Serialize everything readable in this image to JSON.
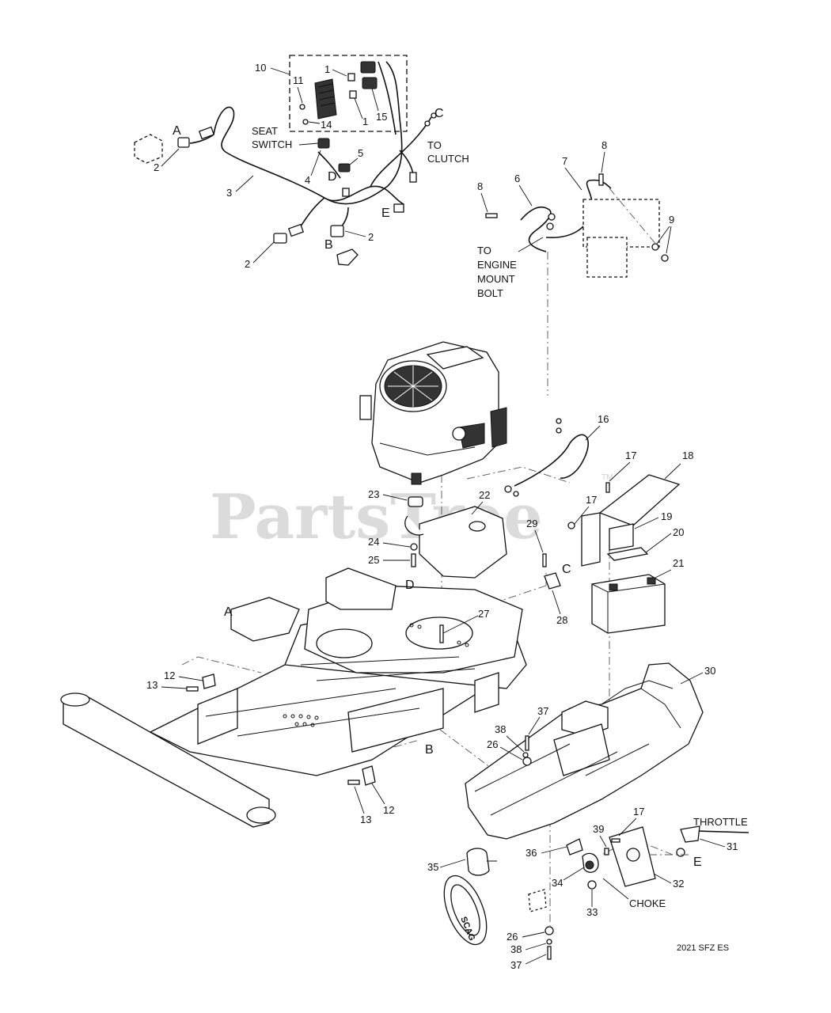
{
  "watermark": {
    "text": "PartsTree",
    "tm": "TM"
  },
  "diagram_code": "2021 SFZ ES",
  "callouts": {
    "c1a": "1",
    "c1b": "1",
    "c2a": "2",
    "c2b": "2",
    "c2c": "2",
    "c3": "3",
    "c4": "4",
    "c5": "5",
    "c6": "6",
    "c7": "7",
    "c8a": "8",
    "c8b": "8",
    "c9": "9",
    "c10": "10",
    "c11": "11",
    "c12a": "12",
    "c12b": "12",
    "c13a": "13",
    "c13b": "13",
    "c14": "14",
    "c15": "15",
    "c16": "16",
    "c17a": "17",
    "c17b": "17",
    "c17c": "17",
    "c18": "18",
    "c19": "19",
    "c20": "20",
    "c21": "21",
    "c22": "22",
    "c23": "23",
    "c24": "24",
    "c25": "25",
    "c26a": "26",
    "c26b": "26",
    "c27": "27",
    "c28": "28",
    "c29": "29",
    "c30": "30",
    "c31": "31",
    "c32": "32",
    "c33": "33",
    "c34": "34",
    "c35": "35",
    "c36": "36",
    "c37a": "37",
    "c37b": "37",
    "c38a": "38",
    "c38b": "38",
    "c39": "39"
  },
  "connectors": {
    "a1": "A",
    "a2": "A",
    "b1": "B",
    "b2": "B",
    "c1": "C",
    "c2": "C",
    "d1": "D",
    "d2": "D",
    "e1": "E",
    "e2": "E"
  },
  "text_labels": {
    "seat_line1": "SEAT",
    "seat_line2": "SWITCH",
    "clutch_line1": "TO",
    "clutch_line2": "CLUTCH",
    "engine_line1": "TO",
    "engine_line2": "ENGINE",
    "engine_line3": "MOUNT",
    "engine_line4": "BOLT",
    "throttle": "THROTTLE",
    "choke": "CHOKE"
  },
  "key_fob_text": "SCAG"
}
